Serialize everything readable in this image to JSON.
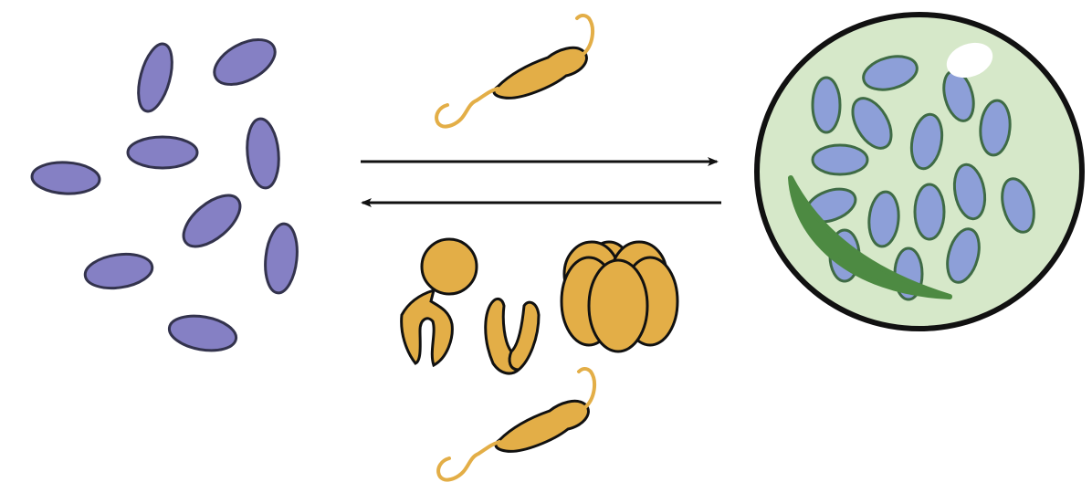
{
  "diagram": {
    "title": "",
    "colors": {
      "free_cells": "#8580c4",
      "free_cells_outline": "#33334d",
      "phage": "#e3ae47",
      "outline": "#111111",
      "biofilm_fill": "#d6e8c9",
      "biofilm_cells": "#8d9fd8",
      "biofilm_cell_outline": "#3f6b45",
      "matrix": "#4d8a42",
      "arrow": "#111111"
    },
    "elements": {
      "left": "free-floating-cells",
      "middle_top": "phage-forward",
      "middle_bottom": "phage-parts-and-phage",
      "right": "cells-in-biofilm-sphere",
      "arrows": [
        "forward-right",
        "reverse-left"
      ]
    }
  }
}
